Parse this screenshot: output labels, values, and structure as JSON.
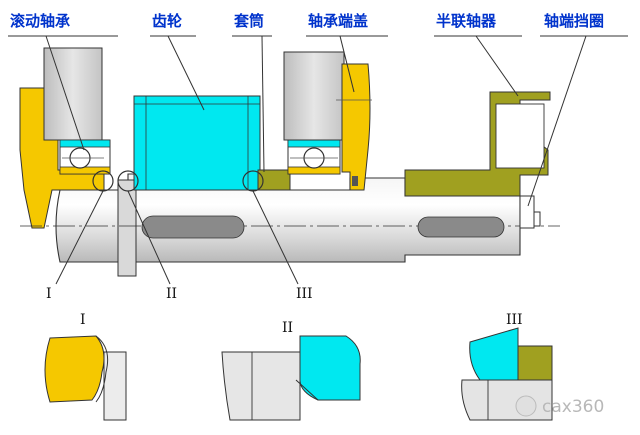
{
  "labels": {
    "bearing": "滚动轴承",
    "gear": "齿轮",
    "sleeve": "套筒",
    "bearing_cover": "轴承端盖",
    "coupling": "半联轴器",
    "shaft_end_retainer": "轴端挡圈"
  },
  "markers": {
    "m1": "I",
    "m2": "II",
    "m3": "III"
  },
  "details": {
    "d1": "I",
    "d2": "II",
    "d3": "III"
  },
  "watermark": {
    "text": "cax360"
  },
  "colors": {
    "label_text": "#0033cc",
    "bearing_cover_yellow": "#f5c800",
    "gear_cyan": "#00e8f0",
    "coupling_olive": "#a0a020",
    "shaft_fill": "#e2e2e2",
    "key_slot": "#8a8a8a",
    "outline": "#333333"
  }
}
